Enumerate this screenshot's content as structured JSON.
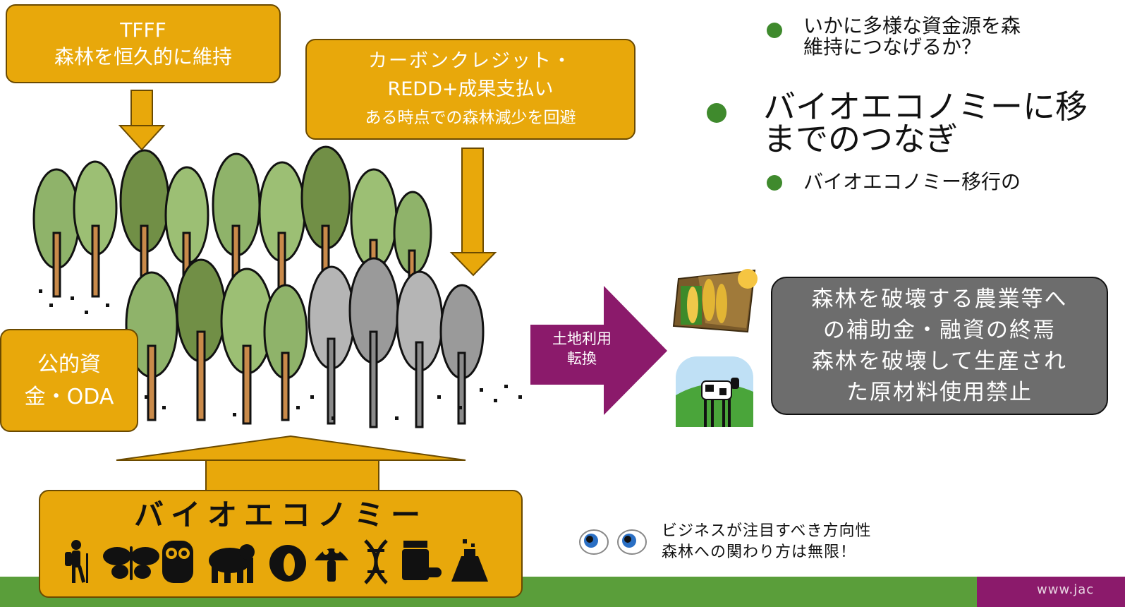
{
  "boxes": {
    "tfff": {
      "line1": "TFFF",
      "line2": "森林を恒久的に維持"
    },
    "carbon": {
      "line1": "カーボンクレジット・",
      "line2": "REDD+成果支払い",
      "line3": "ある時点での森林減少を回避"
    },
    "public": {
      "line1": "公的資",
      "line2": "金・ODA"
    },
    "bio": {
      "title": "バイオエコノミー"
    },
    "policy": {
      "line1": "森林を破壊する農業等へ",
      "line2": "の補助金・融資の終焉",
      "line3": "森林を破壊して生産され",
      "line4": "た原材料使用禁止"
    }
  },
  "arrow_label": {
    "line1": "土地利用",
    "line2": "転換"
  },
  "bullets": {
    "b1_line1": "いかに多様な資金源を森",
    "b1_line2": "維持につなげるか？",
    "b2_line1": "バイオエコノミーに移",
    "b2_line2": "までのつなぎ",
    "b3": "バイオエコノミー移行の"
  },
  "note": {
    "line1": "ビジネスが注目すべき方向性",
    "line2": "森林への関わり方は無限！"
  },
  "footer": {
    "url": "www.jac"
  },
  "colors": {
    "gold": "#e8a80b",
    "purple": "#8b1a6b",
    "green": "#3f8a2d",
    "gray": "#6d6d6d"
  },
  "icons": [
    "hiker-icon",
    "butterfly-icon",
    "owl-icon",
    "gorilla-icon",
    "durian-icon",
    "mushroom-icon",
    "dna-icon",
    "medicine-icon",
    "flask-icon"
  ]
}
